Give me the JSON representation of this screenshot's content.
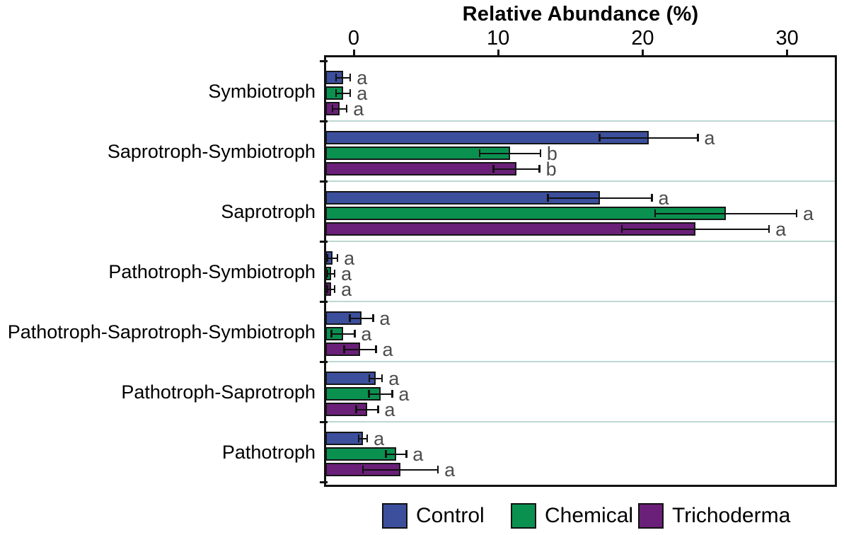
{
  "title": "Relative Abundance (%)",
  "chart_data": {
    "type": "bar",
    "orientation": "horizontal",
    "title": "Relative Abundance (%)",
    "xlabel": "Relative Abundance (%)",
    "xticks": [
      0,
      10,
      20,
      30
    ],
    "xtick_labels": [
      "0",
      "10",
      "20",
      "30"
    ],
    "xlim": [
      -2,
      33.5
    ],
    "axis_position": "top",
    "grid": "horizontal-row-separators",
    "legend_position": "bottom",
    "categories": [
      "Symbiotroph",
      "Saprotroph-Symbiotroph",
      "Saprotroph",
      "Pathotroph-Symbiotroph",
      "Pathotroph-Saprotroph-Symbiotroph",
      "Pathotroph-Saprotroph",
      "Pathotroph"
    ],
    "series": [
      {
        "name": "Control",
        "color": "#3C4F9D",
        "values": [
          1.2,
          22.4,
          19.0,
          0.5,
          2.5,
          3.5,
          2.6
        ],
        "errors": [
          0.5,
          3.4,
          3.6,
          0.35,
          0.8,
          0.45,
          0.3
        ],
        "sig_letters": [
          "a",
          "a",
          "a",
          "a",
          "a",
          "a",
          "a"
        ]
      },
      {
        "name": "Chemical",
        "color": "#0A9150",
        "values": [
          1.2,
          12.8,
          27.7,
          0.4,
          1.2,
          3.8,
          4.9
        ],
        "errors": [
          0.5,
          2.1,
          4.9,
          0.25,
          0.8,
          0.8,
          0.7
        ],
        "sig_letters": [
          "a",
          "b",
          "a",
          "a",
          "a",
          "a",
          "a"
        ]
      },
      {
        "name": "Trichoderma",
        "color": "#6A1F78",
        "values": [
          1.0,
          13.2,
          25.6,
          0.4,
          2.4,
          2.9,
          5.2
        ],
        "errors": [
          0.5,
          1.6,
          5.1,
          0.25,
          1.1,
          0.75,
          2.6
        ],
        "sig_letters": [
          "a",
          "b",
          "a",
          "a",
          "a",
          "a",
          "a"
        ]
      }
    ],
    "colors": {
      "bar_border": "#151515",
      "error_bar": "#111111",
      "row_separator": "#bcd8d2",
      "sig_letter_text": "#4c4c4c",
      "frame": "#111111"
    }
  },
  "legend": {
    "items": [
      {
        "label": "Control",
        "color": "#3C4F9D"
      },
      {
        "label": "Chemical",
        "color": "#0A9150"
      },
      {
        "label": "Trichoderma",
        "color": "#6A1F78"
      }
    ]
  }
}
